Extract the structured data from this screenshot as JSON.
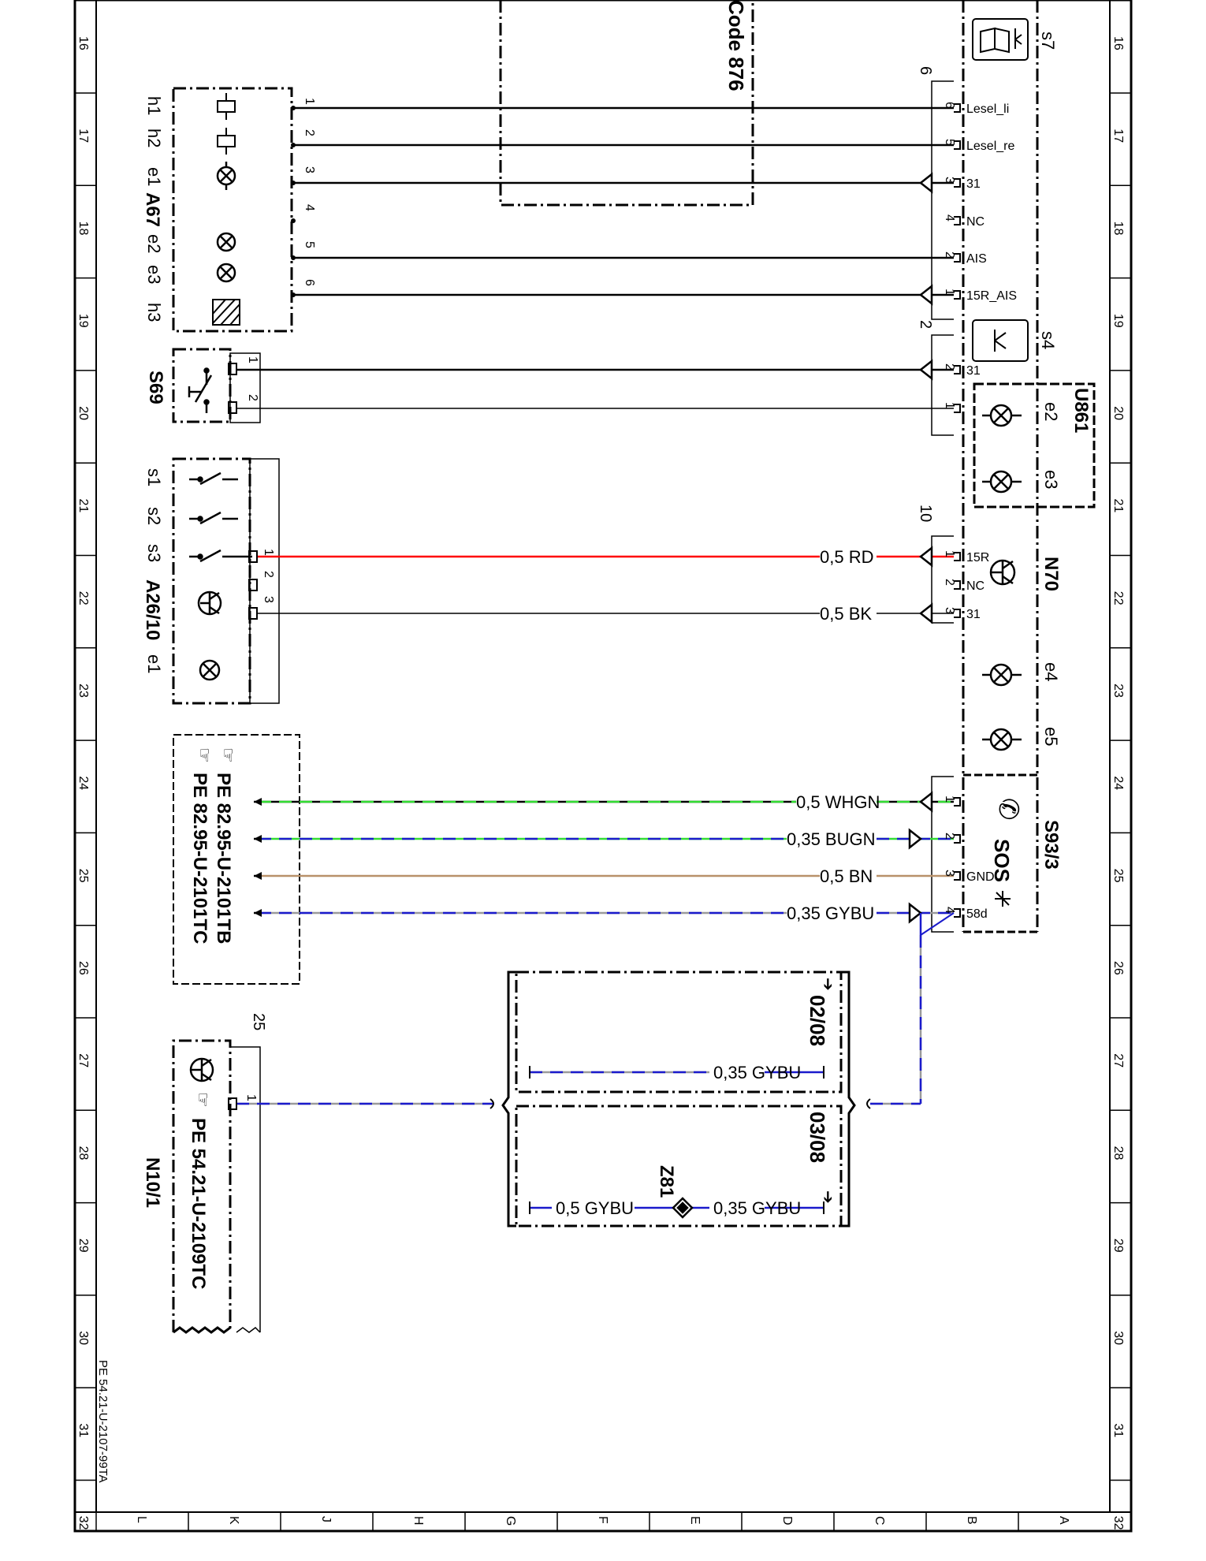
{
  "grid": {
    "rows": [
      "16",
      "17",
      "18",
      "19",
      "20",
      "21",
      "22",
      "23",
      "24",
      "25",
      "26",
      "27",
      "28",
      "29",
      "30",
      "31",
      "32"
    ],
    "cols": [
      "L",
      "K",
      "J",
      "H",
      "G",
      "F",
      "E",
      "D",
      "C",
      "B",
      "A"
    ]
  },
  "code_box": {
    "label": "Code 876"
  },
  "doc_ref": "PE 54.21-U-2107-99TA",
  "a67": {
    "name": "A67",
    "items": [
      "h1",
      "h2",
      "e1",
      "e2",
      "e3",
      "h3"
    ],
    "pins": [
      "1",
      "2",
      "3",
      "4",
      "5",
      "6"
    ]
  },
  "s69": {
    "name": "S69",
    "pins": [
      "1",
      "2"
    ]
  },
  "a26": {
    "name": "A26/10",
    "items": [
      "s1",
      "s2",
      "s3",
      "e1"
    ],
    "pins": [
      "1",
      "2",
      "3"
    ]
  },
  "pe_box": {
    "refs": [
      "PE  82.95-U-2101TB",
      "PE  82.95-U-2101TC"
    ]
  },
  "n10": {
    "name": "N10/1",
    "ref": "PE  54.21-U-2109TC",
    "pin": "1",
    "connector": "25"
  },
  "right_unit": {
    "s7": "s7",
    "s4": "s4",
    "u861": {
      "name": "U861",
      "e2": "e2",
      "e3": "e3"
    },
    "n70": {
      "name": "N70",
      "e4": "e4",
      "e5": "e5"
    },
    "s93": {
      "name": "S93/3",
      "sos": "SOS"
    },
    "conn_6": "6",
    "conn_2": "2",
    "conn_10": "10",
    "signals_a": [
      {
        "pin": "6",
        "name": "Lesel_li"
      },
      {
        "pin": "5",
        "name": "Lesel_re"
      },
      {
        "pin": "3",
        "name": "31"
      },
      {
        "pin": "4",
        "name": "NC"
      },
      {
        "pin": "2",
        "name": "AIS"
      },
      {
        "pin": "1",
        "name": "15R_AIS"
      }
    ],
    "signals_b": [
      {
        "pin": "2",
        "name": "31"
      },
      {
        "pin": "1",
        "name": ""
      }
    ],
    "signals_c": [
      {
        "pin": "1",
        "name": "15R"
      },
      {
        "pin": "2",
        "name": "NC"
      },
      {
        "pin": "3",
        "name": "31"
      }
    ],
    "signals_d": [
      {
        "pin": "1",
        "name": ""
      },
      {
        "pin": "2",
        "name": ""
      },
      {
        "pin": "3",
        "name": "GND"
      },
      {
        "pin": "4",
        "name": "58d"
      }
    ]
  },
  "wires": {
    "rd": "0,5  RD",
    "bk": "0,5  BK",
    "whgn": "0,5  WHGN",
    "bugn": "0,35  BUGN",
    "bn": "0,5  BN",
    "gybu": "0,35  GYBU"
  },
  "variant_boxes": [
    {
      "label": "02/08",
      "wire": "0,35  GYBU"
    },
    {
      "label": "03/08",
      "wire_left": "0,5  GYBU",
      "wire_right": "0,35  GYBU",
      "splice": "Z81"
    }
  ],
  "colors": {
    "red": "#ff0000",
    "green": "#33dd33",
    "blue": "#1a1acc",
    "brown": "#b8916a",
    "gray": "#9a9a9a",
    "black": "#000000"
  }
}
